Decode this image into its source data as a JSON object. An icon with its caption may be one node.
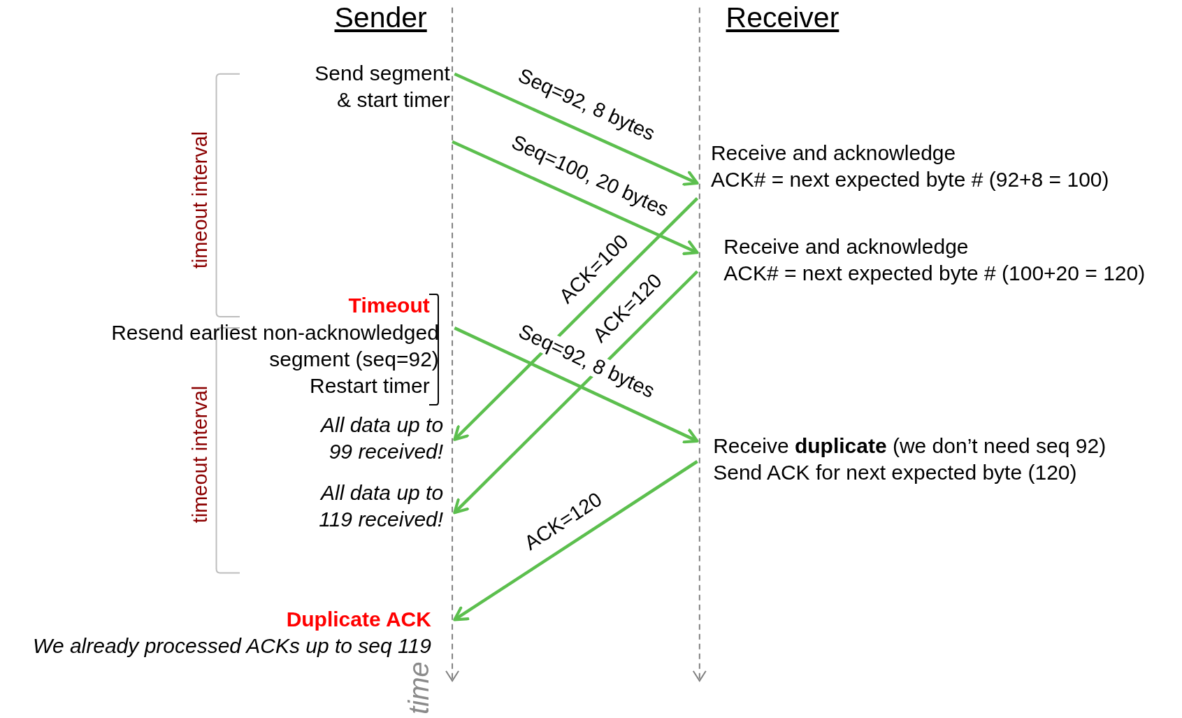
{
  "diagram": {
    "nodes": [
      {
        "text": [
          "Send segment & start timer"
        ]
      },
      {
        "text": [
          "Receive and acknowledge",
          "ACK# = next expected byte # (92+8 = 100)"
        ]
      },
      {
        "text": [
          "Receive and acknowledge",
          "ACK# = next expected byte # (100+20 = 120)"
        ]
      },
      {
        "text": [
          "Timeout",
          "Resend earliest non-acknowledged segment (seq=92)",
          "Restart timer"
        ]
      },
      {
        "text": [
          "All data up to 99 received!"
        ]
      },
      {
        "text": [
          "All data up to 119 received!"
        ]
      },
      {
        "text": [
          "Receive **duplicate** (we don’t need seq 92)",
          "Send ACK for next expected byte (120)"
        ]
      },
      {
        "text": [
          "Duplicate ACK",
          "We already processed ACKs up to seq 119"
        ]
      }
    ],
    "edges": [
      {
        "from": 0,
        "to": 1,
        "arrow": "to",
        "label": "Seq=92, 8 bytes"
      },
      {
        "from": null,
        "to": 2,
        "arrow": "to",
        "label": "Seq=100, 20 bytes"
      },
      {
        "from": 1,
        "to": 4,
        "arrow": "to",
        "label": "ACK=100"
      },
      {
        "from": 2,
        "to": 5,
        "arrow": "to",
        "label": "ACK=120"
      },
      {
        "from": 3,
        "to": 6,
        "arrow": "to",
        "label": "Seq=92, 8 bytes"
      },
      {
        "from": 6,
        "to": 7,
        "arrow": "to",
        "label": "ACK=120"
      }
    ],
    "labels": [
      "Sender",
      "Receiver",
      "timeout interval",
      "timeout interval",
      "time"
    ]
  }
}
